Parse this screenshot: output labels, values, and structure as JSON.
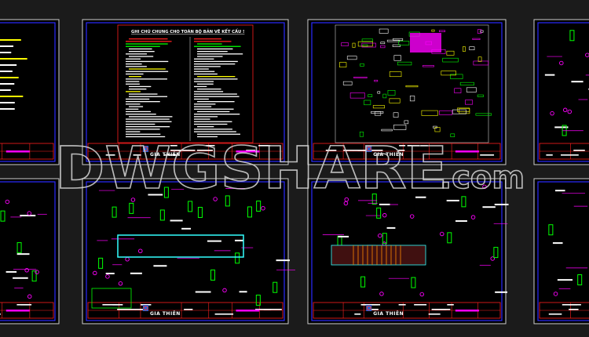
{
  "watermark": {
    "main": "DWGSHARE",
    "suffix": ".com"
  },
  "sheets": [
    {
      "id": "sheet-1",
      "content": "notes-partial"
    },
    {
      "id": "sheet-2",
      "title": "GHI CHÚ CHUNG CHO TOÀN BỘ BẢN VẼ KẾT CẤU !",
      "content": "general-notes"
    },
    {
      "id": "sheet-3",
      "content": "details"
    },
    {
      "id": "sheet-4",
      "content": "details-partial"
    },
    {
      "id": "sheet-5",
      "content": "section-partial"
    },
    {
      "id": "sheet-6",
      "content": "foundation-plan"
    },
    {
      "id": "sheet-7",
      "content": "foundation-section"
    },
    {
      "id": "sheet-8",
      "content": "details-partial"
    }
  ],
  "title_block": {
    "company": "GIA THIÊN"
  },
  "colors": {
    "background": "#1b1b1b",
    "sheet": "#000000",
    "frame": "#2a2aff",
    "title_block": "#ff2020",
    "text": "#ffffff",
    "dimension": "#ff00ff",
    "rebar": "#00ff00",
    "accent": "#ffff00",
    "watermark": "#d8d8d8"
  }
}
